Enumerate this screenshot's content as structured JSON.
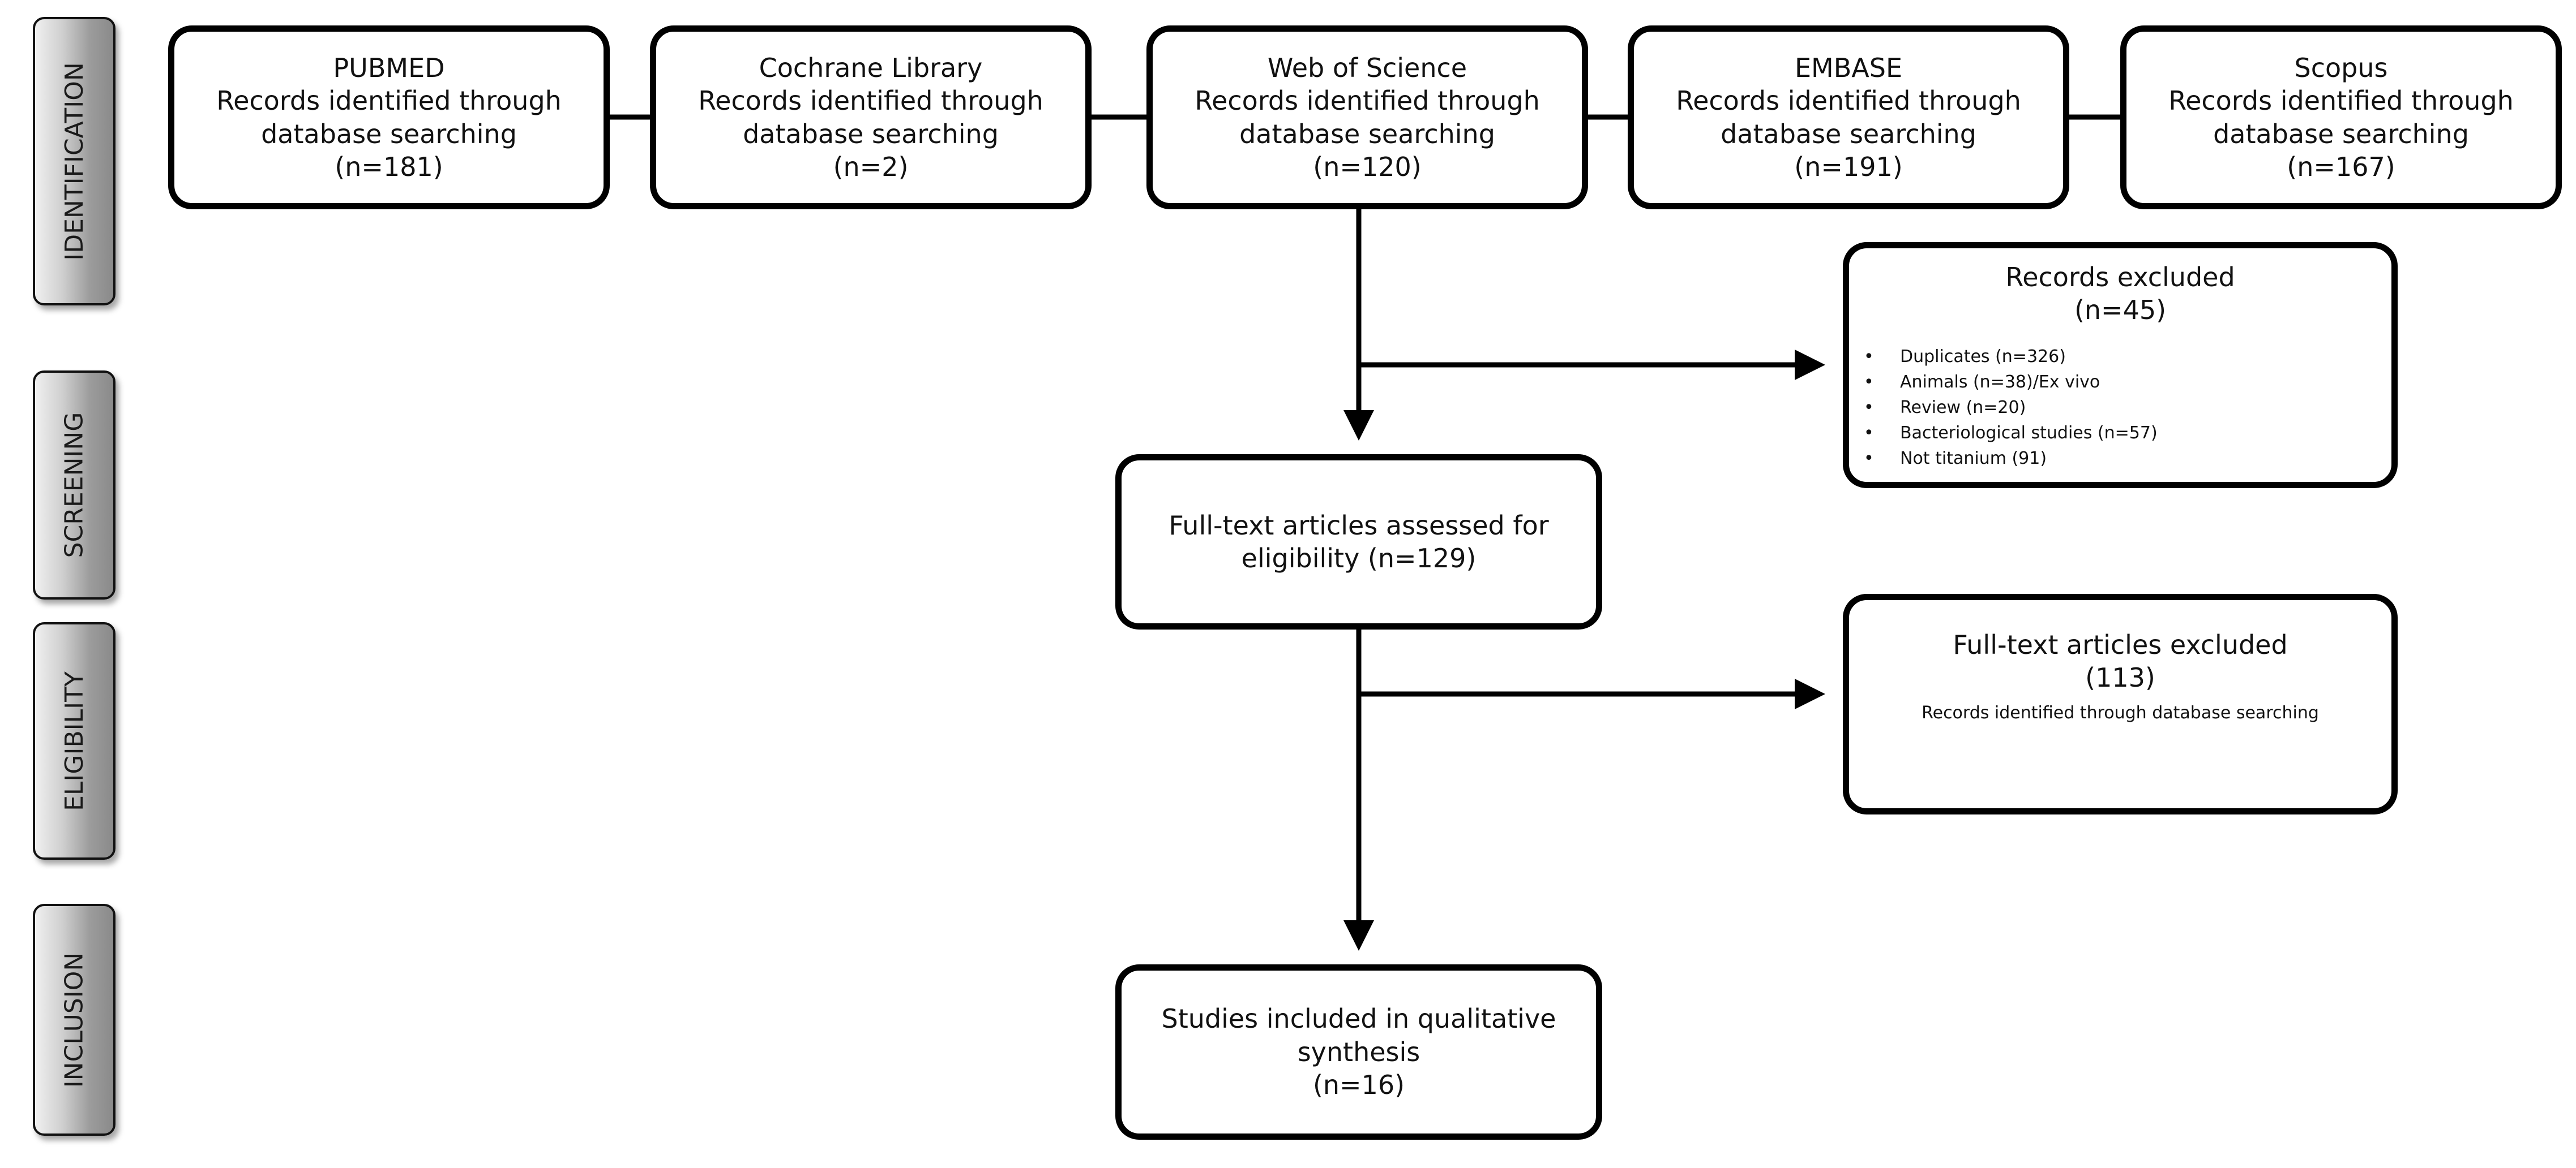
{
  "stages": {
    "identification": "IDENTIFICATION",
    "screening": "SCREENING",
    "eligibility": "ELIGIBILITY",
    "inclusion": "INCLUSION"
  },
  "databases": [
    {
      "name": "PUBMED",
      "line1": "Records identified through",
      "line2": "database searching",
      "count": "(n=181)"
    },
    {
      "name": "Cochrane Library",
      "line1": "Records identified through",
      "line2": "database searching",
      "count": "(n=2)"
    },
    {
      "name": "Web of Science",
      "line1": "Records identified through",
      "line2": "database searching",
      "count": "(n=120)"
    },
    {
      "name": "EMBASE",
      "line1": "Records identified through",
      "line2": "database searching",
      "count": "(n=191)"
    },
    {
      "name": "Scopus",
      "line1": "Records identified through",
      "line2": "database searching",
      "count": "(n=167)"
    }
  ],
  "records_excluded": {
    "title": "Records excluded",
    "count": "(n=45)",
    "items": [
      "Duplicates (n=326)",
      "Animals (n=38)/Ex vivo",
      "Review (n=20)",
      "Bacteriological studies (n=57)",
      "Not titanium (91)"
    ]
  },
  "full_text_assessed": {
    "line1": "Full-text articles assessed for",
    "line2": "eligibility (n=129)"
  },
  "full_text_excluded": {
    "title": "Full-text articles excluded",
    "count": "(113)",
    "note": "Records identified through database searching"
  },
  "included": {
    "line1": "Studies included in qualitative",
    "line2": "synthesis",
    "count": "(n=16)"
  }
}
